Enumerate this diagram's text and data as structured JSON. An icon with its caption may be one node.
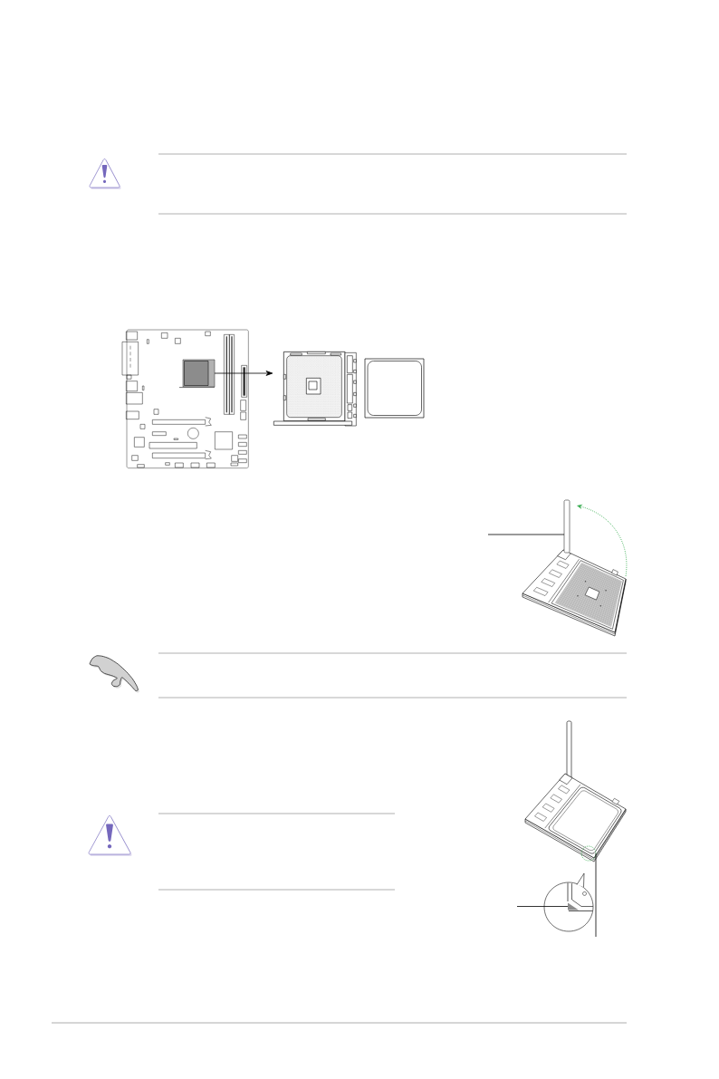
{
  "diagram": {
    "nodes": [
      {
        "text": [],
        "shape": "picture"
      },
      {
        "text": [],
        "shape": "box",
        "in": 0
      },
      {
        "text": [],
        "shape": "picture"
      },
      {
        "text": [],
        "shape": "picture"
      },
      {
        "text": [],
        "shape": "bar"
      },
      {
        "text": [],
        "shape": "picture"
      },
      {
        "text": [],
        "shape": "circle",
        "in": 5
      },
      {
        "text": [],
        "shape": "circle"
      },
      {
        "text": [],
        "shape": "triangle",
        "in": 7
      }
    ],
    "edges": [
      {
        "from": 1,
        "to": 2,
        "arrow": "to"
      },
      {
        "from": null,
        "to": 4,
        "arrow": "none"
      },
      {
        "from": null,
        "to": 6,
        "arrow": "none"
      },
      {
        "from": null,
        "to": 8,
        "arrow": "none"
      }
    ]
  }
}
